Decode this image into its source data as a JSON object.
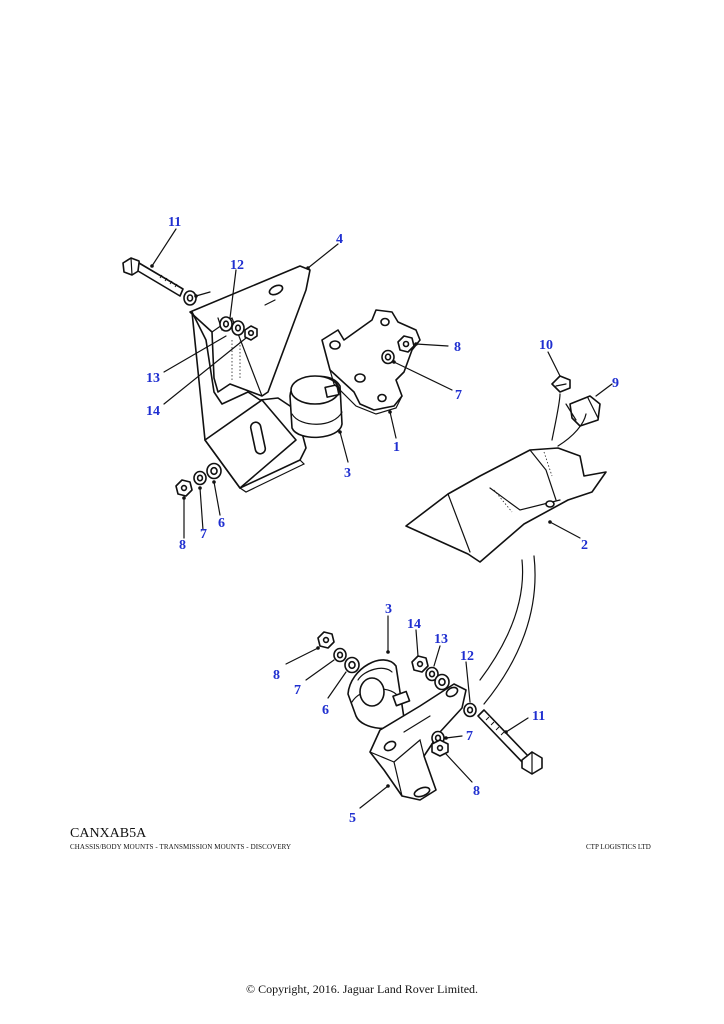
{
  "figure_code": "CANXAB5A",
  "figure_description": "CHASSIS/BODY MOUNTS - TRANSMISSION MOUNTS - DISCOVERY",
  "vendor": "CTP LOGISTICS LTD",
  "copyright": "© Copyright, 2016. Jaguar Land Rover Limited.",
  "callout_color": "#1f2fd0",
  "callouts": {
    "upper_bolt": "11",
    "upper_bracket": "4",
    "upper_washer_12": "12",
    "upper_13": "13",
    "upper_14": "14",
    "upper_plate": "1",
    "upper_nut_8": "8",
    "upper_washer_7": "7",
    "upper_mount_3": "3",
    "left_nut_8": "8",
    "left_washer_7": "7",
    "left_washer_6": "6",
    "cross_10": "10",
    "cross_9": "9",
    "cross_member": "2",
    "lower_mount_3": "3",
    "lower_14": "14",
    "lower_13": "13",
    "lower_12": "12",
    "lower_nut_8a": "8",
    "lower_washer_7a": "7",
    "lower_washer_6": "6",
    "lower_washer_7b": "7",
    "lower_nut_8b": "8",
    "lower_bolt_11": "11",
    "lower_bracket_5": "5"
  }
}
